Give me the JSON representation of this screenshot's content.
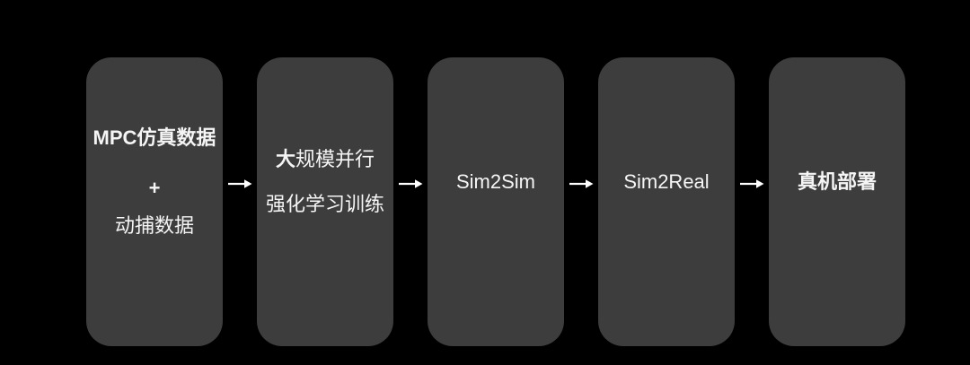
{
  "theme": {
    "background": "#000000",
    "box_fill": "#3d3d3d",
    "text_color": "#f5f5f5",
    "arrow_color": "#ffffff"
  },
  "flow": {
    "arrow_icon": "arrow-right-icon",
    "stages": [
      {
        "name": "mpc-and-mocap-data",
        "lines": {
          "line1": "MPC仿真数据",
          "line2": "+",
          "line3": "动捕数据"
        }
      },
      {
        "name": "parallel-rl-training",
        "lines": {
          "line1_lead": "大",
          "line1_rest": "规模并行",
          "line2": "强化学习训练"
        }
      },
      {
        "name": "sim2sim",
        "label": "Sim2Sim"
      },
      {
        "name": "sim2real",
        "label": "Sim2Real"
      },
      {
        "name": "real-robot-deployment",
        "label": "真机部署"
      }
    ]
  }
}
